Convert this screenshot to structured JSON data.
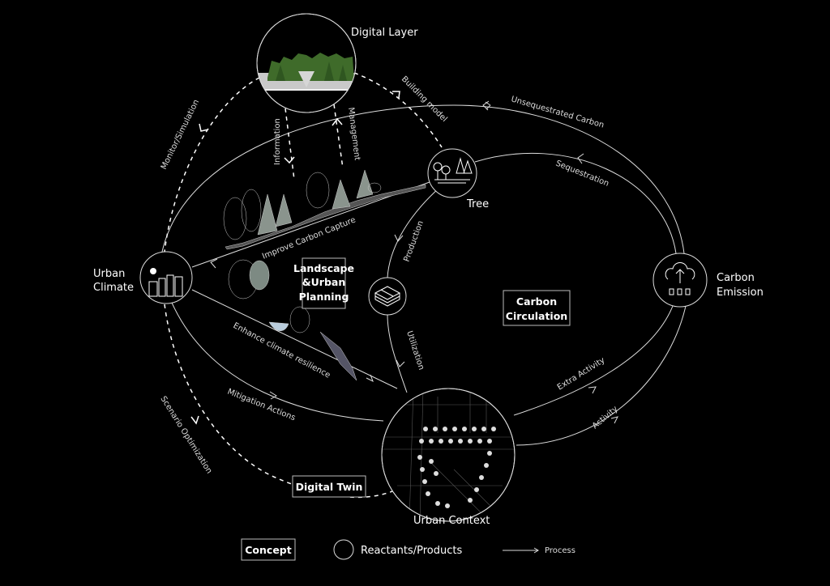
{
  "nodes": {
    "digital_layer": "Digital Layer",
    "tree": "Tree",
    "urban_climate": [
      "Urban",
      "Climate"
    ],
    "carbon_emission": [
      "Carbon",
      "Emission"
    ],
    "urban_context": "Urban Context"
  },
  "processes": {
    "monitor": "Monitor/Simulation",
    "information": "Information",
    "management": "Management",
    "building_model": "Building model",
    "unsequestrated": "Unsequestrated Carbon",
    "sequestration": "Sequestration",
    "improve": "Improve Carbon Capture",
    "production": "Production",
    "enhance": "Enhance climate resilience",
    "utilization": "Utilization",
    "mitigation": "Mitigation Actions",
    "scenario": "Scenario Optimization",
    "extra_activity": "Extra Activity",
    "activity": "Activity"
  },
  "concepts": {
    "landscape": [
      "Landscape",
      "&Urban",
      "Planning"
    ],
    "carbon_circulation": [
      "Carbon",
      "Circulation"
    ],
    "digital_twin": "Digital Twin"
  },
  "legend": {
    "concept": "Concept",
    "reactants": "Reactants/Products",
    "process": "Process"
  },
  "colors": {
    "background": "#000000",
    "line": "#dddddd",
    "foliage": "#3f6b2a"
  }
}
